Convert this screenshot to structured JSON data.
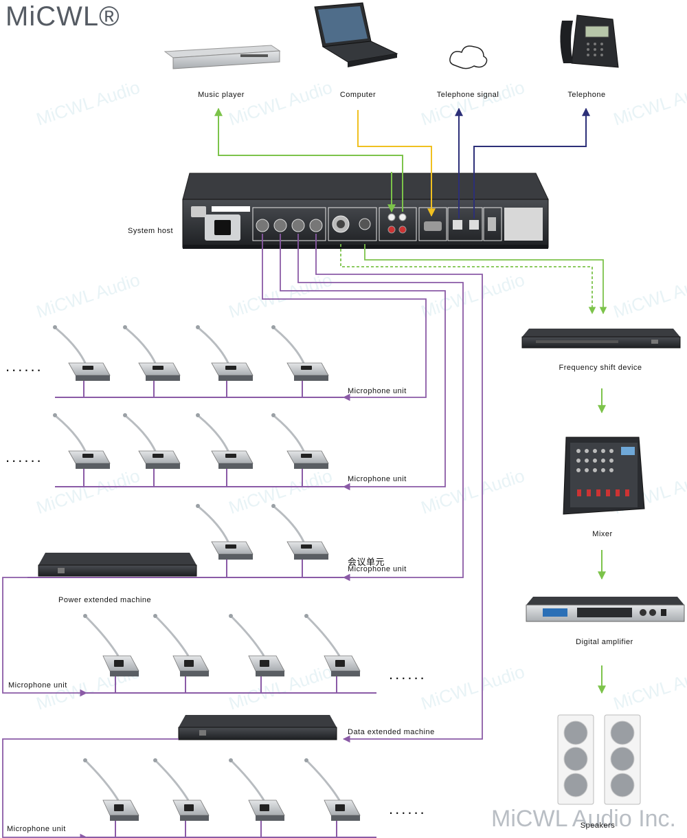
{
  "brand": "MiCWL®",
  "footer_brand": "MiCWL Audio Inc.",
  "watermark": "MiCWL Audio",
  "sources": {
    "music_player": "Music player",
    "computer": "Computer",
    "telephone_signal": "Telephone signal",
    "telephone": "Telephone"
  },
  "system_host": "System host",
  "output_chain": {
    "frequency_shift": "Frequency shift device",
    "mixer": "Mixer",
    "amplifier": "Digital amplifier",
    "speakers": "Speakers"
  },
  "units": {
    "mic_unit_label": "Microphone unit",
    "chinese_label": "会议单元",
    "ellipsis": "......"
  },
  "extenders": {
    "power": "Power extended machine",
    "data": "Data extended machine"
  },
  "colors": {
    "green_line": "#7cc34a",
    "yellow_line": "#f0c020",
    "navy_line": "#2c2f78",
    "purple_line": "#8a5aa6"
  }
}
